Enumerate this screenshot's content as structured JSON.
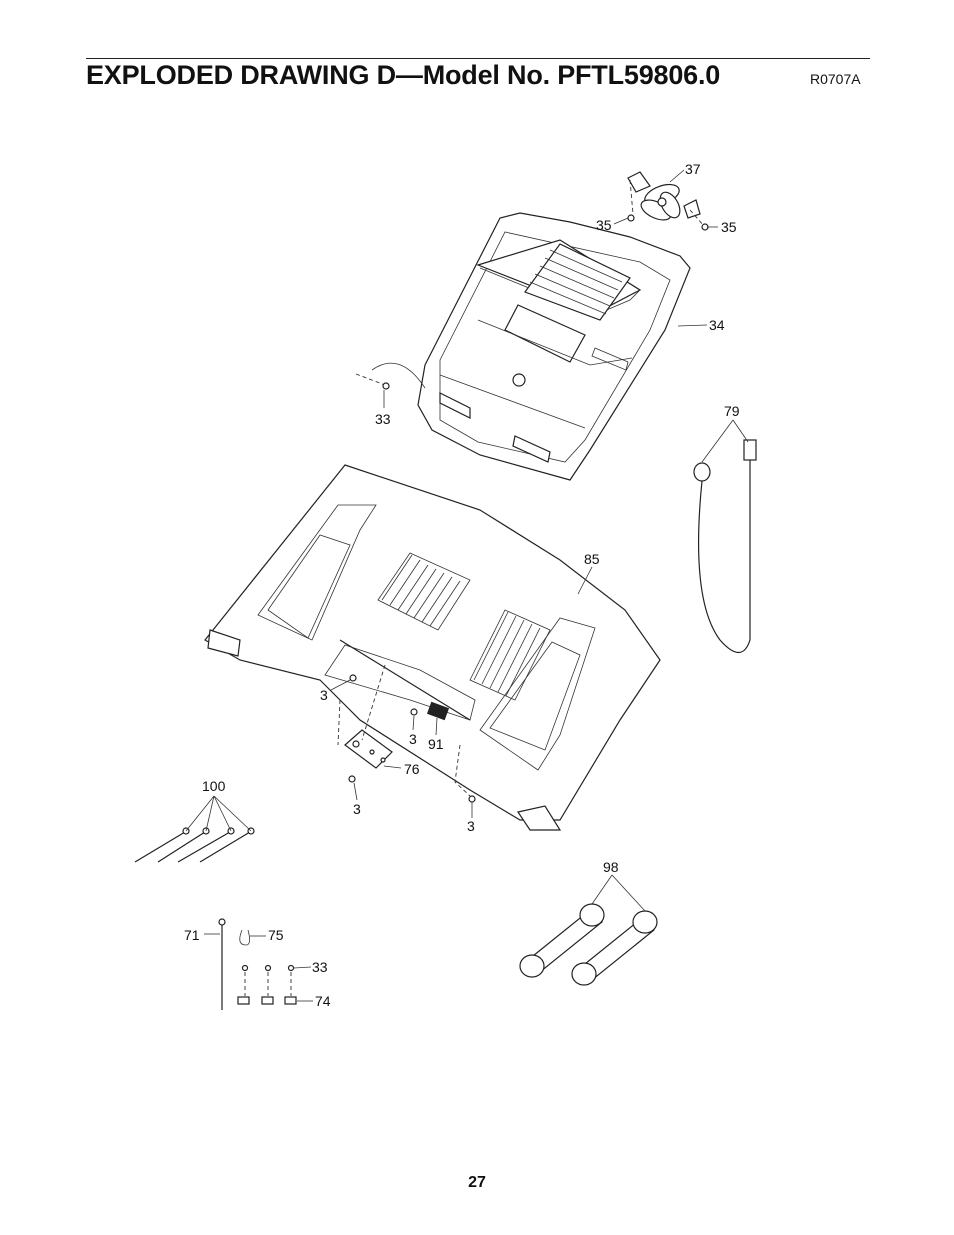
{
  "header": {
    "title": "EXPLODED DRAWING D—Model No. PFTL59806.0",
    "drawing_code": "R0707A"
  },
  "callouts": {
    "c37": "37",
    "c35a": "35",
    "c35b": "35",
    "c34": "34",
    "c33a": "33",
    "c79": "79",
    "c85": "85",
    "c3a": "3",
    "c3b": "3",
    "c91": "91",
    "c76": "76",
    "c3c": "3",
    "c3d": "3",
    "c100": "100",
    "c98": "98",
    "c71": "71",
    "c75": "75",
    "c33b": "33",
    "c74": "74"
  },
  "footer": {
    "page_number": "27"
  }
}
